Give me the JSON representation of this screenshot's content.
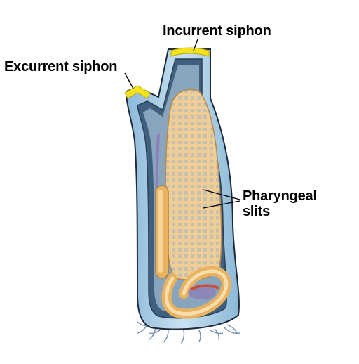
{
  "labels": {
    "incurrent": "Incurrent siphon",
    "excurrent": "Excurrent siphon",
    "pharyngeal_line1": "Pharyngeal",
    "pharyngeal_line2": "slits"
  },
  "colors": {
    "tunic_fill": "#a9cde6",
    "tunic_outline": "#1e2a3a",
    "inner_cavity": "#3f607f",
    "pharynx": "#e9c48a",
    "siphon_rim": "#f5e21e",
    "gut": "#e8b35c",
    "gut_highlight": "#f7dcae",
    "muscle_red": "#c94f3a",
    "violet": "#8c7fb8",
    "label_text": "#000000"
  }
}
